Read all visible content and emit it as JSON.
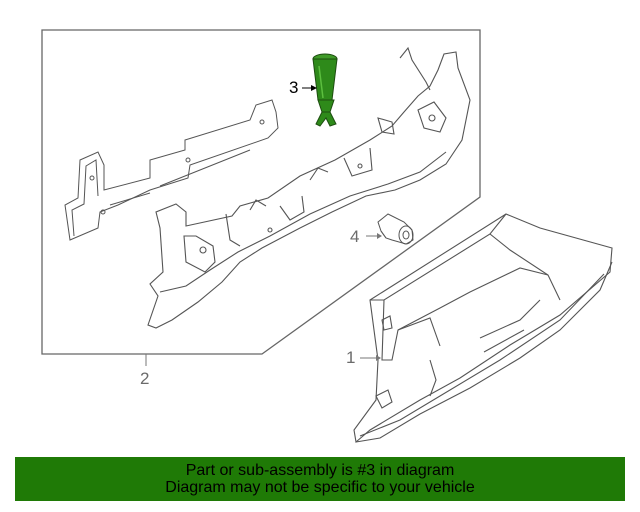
{
  "callouts": {
    "part1": "1",
    "part2": "2",
    "part3": "3",
    "part4": "4"
  },
  "banner": {
    "line1": "Part or sub-assembly is #3 in diagram",
    "line2": "Diagram may not be specific to your vehicle",
    "color": "#1f7a06"
  },
  "colors": {
    "highlight_part": "#2e8a1a",
    "line_art": "#555555"
  }
}
